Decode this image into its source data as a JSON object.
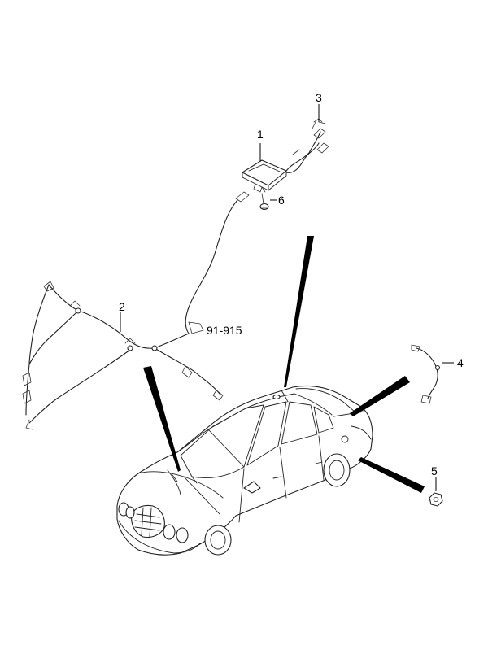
{
  "callouts": {
    "c1": "1",
    "c2": "2",
    "c3": "3",
    "c4": "4",
    "c5": "5",
    "c6": "6",
    "ref": "91-915"
  }
}
